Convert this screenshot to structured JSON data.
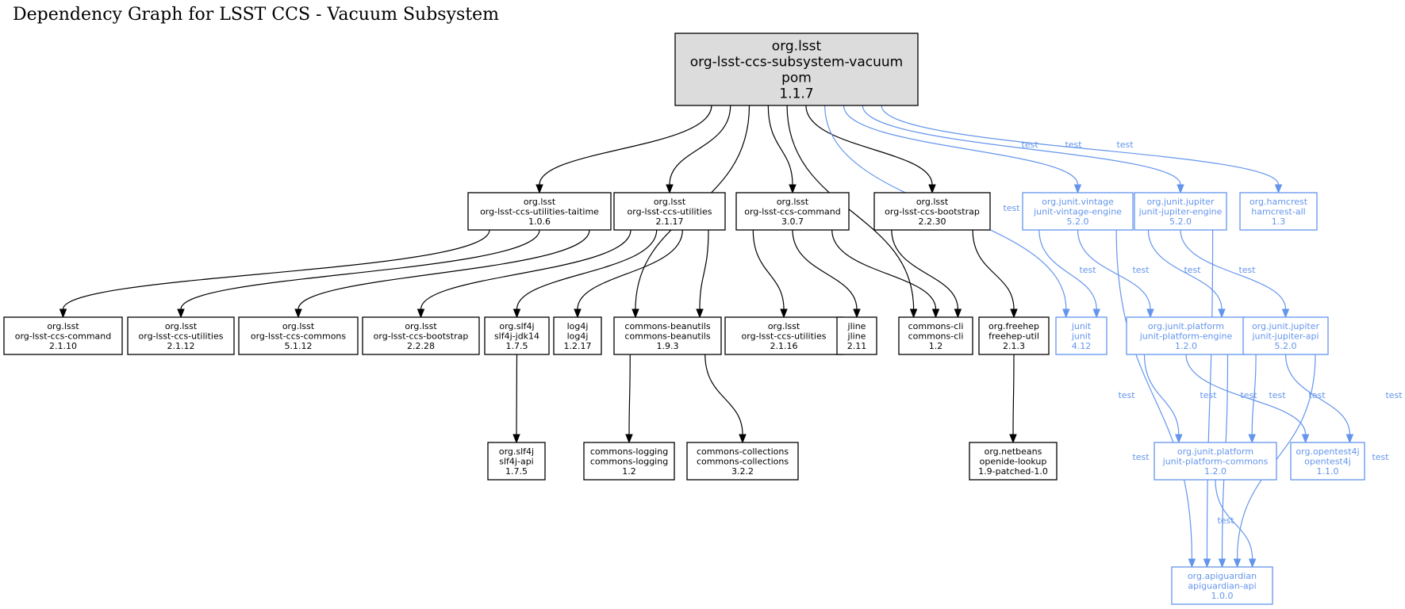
{
  "title": "Dependency Graph for LSST CCS - Vacuum Subsystem",
  "colors": {
    "compile": "#000000",
    "test": "#6495ed",
    "root_fill": "#dcdcdc"
  },
  "nodes": [
    {
      "id": "root",
      "lines": [
        "org.lsst",
        "org-lsst-ccs-subsystem-vacuum",
        "pom",
        "1.1.7"
      ],
      "scope": "root"
    },
    {
      "id": "taitime",
      "lines": [
        "org.lsst",
        "org-lsst-ccs-utilities-taitime",
        "1.0.6"
      ],
      "scope": "compile"
    },
    {
      "id": "utils2117",
      "lines": [
        "org.lsst",
        "org-lsst-ccs-utilities",
        "2.1.17"
      ],
      "scope": "compile"
    },
    {
      "id": "cmd307",
      "lines": [
        "org.lsst",
        "org-lsst-ccs-command",
        "3.0.7"
      ],
      "scope": "compile"
    },
    {
      "id": "boot2230",
      "lines": [
        "org.lsst",
        "org-lsst-ccs-bootstrap",
        "2.2.30"
      ],
      "scope": "compile"
    },
    {
      "id": "vintage",
      "lines": [
        "org.junit.vintage",
        "junit-vintage-engine",
        "5.2.0"
      ],
      "scope": "test"
    },
    {
      "id": "jupengine",
      "lines": [
        "org.junit.jupiter",
        "junit-jupiter-engine",
        "5.2.0"
      ],
      "scope": "test"
    },
    {
      "id": "hamcrest",
      "lines": [
        "org.hamcrest",
        "hamcrest-all",
        "1.3"
      ],
      "scope": "test"
    },
    {
      "id": "cmd2110",
      "lines": [
        "org.lsst",
        "org-lsst-ccs-command",
        "2.1.10"
      ],
      "scope": "compile"
    },
    {
      "id": "utils2112",
      "lines": [
        "org.lsst",
        "org-lsst-ccs-utilities",
        "2.1.12"
      ],
      "scope": "compile"
    },
    {
      "id": "commons5112",
      "lines": [
        "org.lsst",
        "org-lsst-ccs-commons",
        "5.1.12"
      ],
      "scope": "compile"
    },
    {
      "id": "boot2228",
      "lines": [
        "org.lsst",
        "org-lsst-ccs-bootstrap",
        "2.2.28"
      ],
      "scope": "compile"
    },
    {
      "id": "slf4jjdk",
      "lines": [
        "org.slf4j",
        "slf4j-jdk14",
        "1.7.5"
      ],
      "scope": "compile"
    },
    {
      "id": "log4j",
      "lines": [
        "log4j",
        "log4j",
        "1.2.17"
      ],
      "scope": "compile"
    },
    {
      "id": "beanutils",
      "lines": [
        "commons-beanutils",
        "commons-beanutils",
        "1.9.3"
      ],
      "scope": "compile"
    },
    {
      "id": "utils2116",
      "lines": [
        "org.lsst",
        "org-lsst-ccs-utilities",
        "2.1.16"
      ],
      "scope": "compile"
    },
    {
      "id": "jline",
      "lines": [
        "jline",
        "jline",
        "2.11"
      ],
      "scope": "compile"
    },
    {
      "id": "cli",
      "lines": [
        "commons-cli",
        "commons-cli",
        "1.2"
      ],
      "scope": "compile"
    },
    {
      "id": "freehep",
      "lines": [
        "org.freehep",
        "freehep-util",
        "2.1.3"
      ],
      "scope": "compile"
    },
    {
      "id": "junit",
      "lines": [
        "junit",
        "junit",
        "4.12"
      ],
      "scope": "test"
    },
    {
      "id": "platengine",
      "lines": [
        "org.junit.platform",
        "junit-platform-engine",
        "1.2.0"
      ],
      "scope": "test"
    },
    {
      "id": "jupapi",
      "lines": [
        "org.junit.jupiter",
        "junit-jupiter-api",
        "5.2.0"
      ],
      "scope": "test"
    },
    {
      "id": "slf4japi",
      "lines": [
        "org.slf4j",
        "slf4j-api",
        "1.7.5"
      ],
      "scope": "compile"
    },
    {
      "id": "logging",
      "lines": [
        "commons-logging",
        "commons-logging",
        "1.2"
      ],
      "scope": "compile"
    },
    {
      "id": "collections",
      "lines": [
        "commons-collections",
        "commons-collections",
        "3.2.2"
      ],
      "scope": "compile"
    },
    {
      "id": "lookup",
      "lines": [
        "org.netbeans",
        "openide-lookup",
        "1.9-patched-1.0"
      ],
      "scope": "compile"
    },
    {
      "id": "platcommons",
      "lines": [
        "org.junit.platform",
        "junit-platform-commons",
        "1.2.0"
      ],
      "scope": "test"
    },
    {
      "id": "opentest4j",
      "lines": [
        "org.opentest4j",
        "opentest4j",
        "1.1.0"
      ],
      "scope": "test"
    },
    {
      "id": "apiguardian",
      "lines": [
        "org.apiguardian",
        "apiguardian-api",
        "1.0.0"
      ],
      "scope": "test"
    }
  ],
  "edges": [
    {
      "from": "root",
      "to": "taitime",
      "label": ""
    },
    {
      "from": "root",
      "to": "utils2117",
      "label": ""
    },
    {
      "from": "root",
      "to": "beanutils",
      "label": ""
    },
    {
      "from": "root",
      "to": "cmd307",
      "label": ""
    },
    {
      "from": "root",
      "to": "cli",
      "label": ""
    },
    {
      "from": "root",
      "to": "boot2230",
      "label": ""
    },
    {
      "from": "root",
      "to": "junit",
      "label": "test"
    },
    {
      "from": "root",
      "to": "vintage",
      "label": "test"
    },
    {
      "from": "root",
      "to": "jupengine",
      "label": "test"
    },
    {
      "from": "root",
      "to": "hamcrest",
      "label": "test"
    },
    {
      "from": "taitime",
      "to": "cmd2110",
      "label": ""
    },
    {
      "from": "taitime",
      "to": "utils2112",
      "label": ""
    },
    {
      "from": "taitime",
      "to": "commons5112",
      "label": ""
    },
    {
      "from": "utils2117",
      "to": "boot2228",
      "label": ""
    },
    {
      "from": "utils2117",
      "to": "slf4jjdk",
      "label": ""
    },
    {
      "from": "utils2117",
      "to": "log4j",
      "label": ""
    },
    {
      "from": "utils2117",
      "to": "beanutils",
      "label": ""
    },
    {
      "from": "cmd307",
      "to": "utils2116",
      "label": ""
    },
    {
      "from": "cmd307",
      "to": "jline",
      "label": ""
    },
    {
      "from": "cmd307",
      "to": "cli",
      "label": ""
    },
    {
      "from": "boot2230",
      "to": "cli",
      "label": ""
    },
    {
      "from": "boot2230",
      "to": "freehep",
      "label": ""
    },
    {
      "from": "slf4jjdk",
      "to": "slf4japi",
      "label": ""
    },
    {
      "from": "beanutils",
      "to": "logging",
      "label": ""
    },
    {
      "from": "beanutils",
      "to": "collections",
      "label": ""
    },
    {
      "from": "freehep",
      "to": "lookup",
      "label": ""
    },
    {
      "from": "vintage",
      "to": "junit",
      "label": "test"
    },
    {
      "from": "vintage",
      "to": "platengine",
      "label": "test"
    },
    {
      "from": "vintage",
      "to": "apiguardian",
      "label": "test"
    },
    {
      "from": "jupengine",
      "to": "platengine",
      "label": "test"
    },
    {
      "from": "jupengine",
      "to": "jupapi",
      "label": "test"
    },
    {
      "from": "jupengine",
      "to": "apiguardian",
      "label": "test"
    },
    {
      "from": "platengine",
      "to": "platcommons",
      "label": "test"
    },
    {
      "from": "platengine",
      "to": "opentest4j",
      "label": "test"
    },
    {
      "from": "platengine",
      "to": "apiguardian",
      "label": "test"
    },
    {
      "from": "jupapi",
      "to": "platcommons",
      "label": "test"
    },
    {
      "from": "jupapi",
      "to": "opentest4j",
      "label": "test"
    },
    {
      "from": "jupapi",
      "to": "apiguardian",
      "label": "test"
    },
    {
      "from": "platcommons",
      "to": "apiguardian",
      "label": "test"
    }
  ]
}
